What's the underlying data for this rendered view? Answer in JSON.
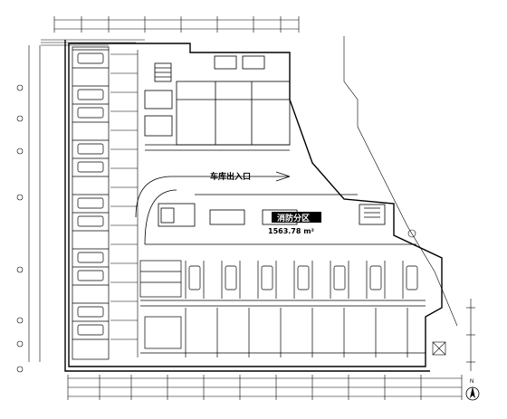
{
  "drawing": {
    "entrance_label": "车库出入口",
    "zone_label": "消防分区",
    "zone_area": "1563.78 m²",
    "north_label": "N"
  },
  "colors": {
    "line": "#000000",
    "background": "#ffffff"
  }
}
